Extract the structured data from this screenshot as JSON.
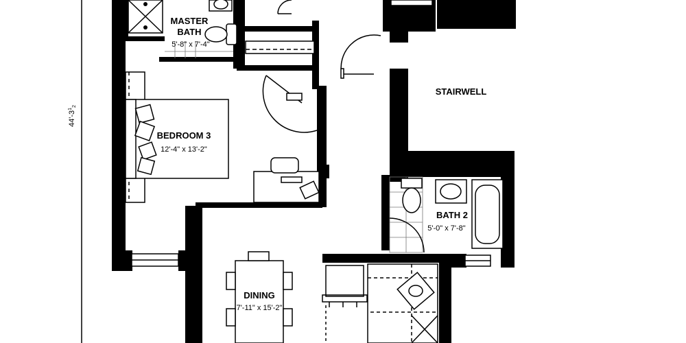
{
  "rooms": {
    "master_bath": {
      "name_line1": "MASTER",
      "name_line2": "BATH",
      "size": "5'-8\" x 7'-4\""
    },
    "stairwell": {
      "name": "STAIRWELL"
    },
    "bedroom3": {
      "name": "BEDROOM 3",
      "size": "12'-4\" x 13'-2\""
    },
    "bath2": {
      "name": "BATH 2",
      "size": "5'-0\" x 7'-8\""
    },
    "dining": {
      "name": "DINING",
      "size": "7'-11\" x 15'-2\""
    }
  },
  "dimension_left": {
    "main": "44'-3",
    "fraction_top": "1",
    "fraction_bottom": "2"
  }
}
